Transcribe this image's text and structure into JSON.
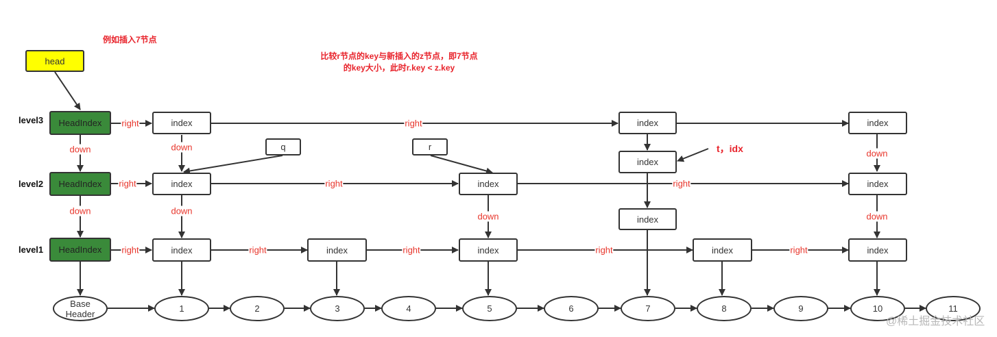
{
  "notes": {
    "insert": "例如插入7节点",
    "compare_line1": "比较r节点的key与新插入的z节点，即7节点",
    "compare_line2": "的key大小，此时r.key < z.key",
    "t_idx": "t，idx"
  },
  "levels": {
    "l3": "level3",
    "l2": "level2",
    "l1": "level1"
  },
  "head": "head",
  "head_index": "HeadIndex",
  "index": "index",
  "pointers": {
    "q": "q",
    "r": "r"
  },
  "base_header": {
    "line1": "Base",
    "line2": "Header"
  },
  "base_nodes": [
    "1",
    "2",
    "3",
    "4",
    "5",
    "6",
    "7",
    "8",
    "9",
    "10",
    "11"
  ],
  "edge_labels": {
    "right": "right",
    "down": "down"
  },
  "watermark": "@稀土掘金技术社区"
}
